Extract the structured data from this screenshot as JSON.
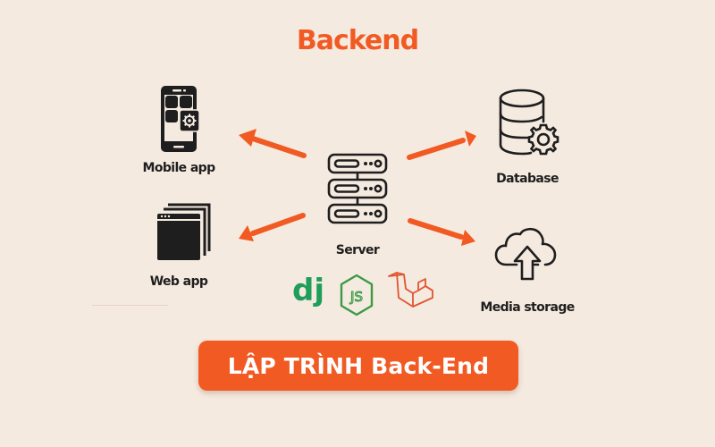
{
  "title": "Backend",
  "colors": {
    "background": "#F5EAE0",
    "accent": "#F15A22",
    "icon": "#1E1E1E",
    "django_green": "#1E9E5A",
    "node_green": "#3A9A45",
    "laravel_red": "#E0552E",
    "banner_text": "#FFFFFF"
  },
  "nodes": {
    "mobile_app": {
      "label": "Mobile app",
      "icon": "mobile-app-gear-icon"
    },
    "web_app": {
      "label": "Web app",
      "icon": "browser-windows-icon"
    },
    "server": {
      "label": "Server",
      "icon": "server-rack-icon"
    },
    "database": {
      "label": "Database",
      "icon": "database-gear-icon"
    },
    "media_storage": {
      "label": "Media storage",
      "icon": "cloud-upload-icon"
    }
  },
  "arrows": [
    {
      "from": "server",
      "to": "mobile_app",
      "direction": "up-left"
    },
    {
      "from": "server",
      "to": "web_app",
      "direction": "down-left"
    },
    {
      "from": "server",
      "to": "database",
      "direction": "up-right"
    },
    {
      "from": "server",
      "to": "media_storage",
      "direction": "down-right"
    }
  ],
  "tech_logos": [
    {
      "name": "django",
      "text": "dj",
      "icon": "django-logo-icon"
    },
    {
      "name": "nodejs",
      "text": "JS",
      "icon": "nodejs-logo-icon"
    },
    {
      "name": "laravel",
      "icon": "laravel-logo-icon"
    }
  ],
  "banner": {
    "text": "LẬP TRÌNH Back-End"
  }
}
